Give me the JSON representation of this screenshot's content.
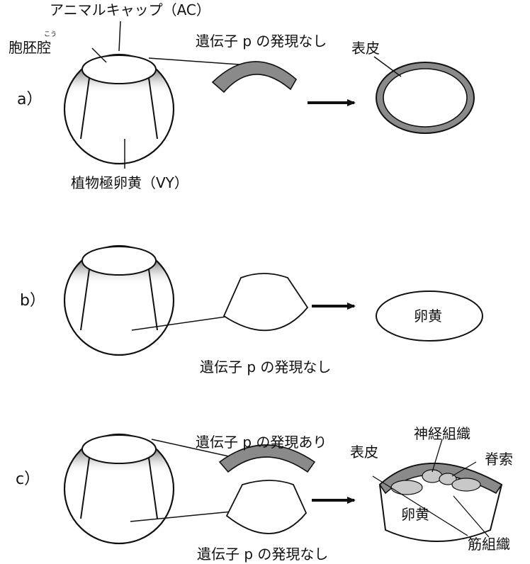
{
  "labels": {
    "animal_cap": "アニマルキャップ（AC）",
    "blastocoel": "胞胚腔",
    "blastocoel_ruby": "こう",
    "vegetal_yolk": "植物極卵黄（VY）",
    "epidermis": "表皮",
    "yolk": "卵黄",
    "gene_no_expression": "遺伝子 p の発現なし",
    "gene_expression": "遺伝子 p の発現あり",
    "neural_tissue": "神経組織",
    "notochord": "脊索",
    "muscle_tissue": "筋組織"
  },
  "panels": {
    "a": "a）",
    "b": "b）",
    "c": "c）"
  },
  "colors": {
    "cap_dark": "#5a5a5a",
    "cap_light": "#d6d6d6",
    "ring_fill": "#8a8a8a",
    "tissue_fill": "#c8c8c8",
    "line": "#111111"
  }
}
